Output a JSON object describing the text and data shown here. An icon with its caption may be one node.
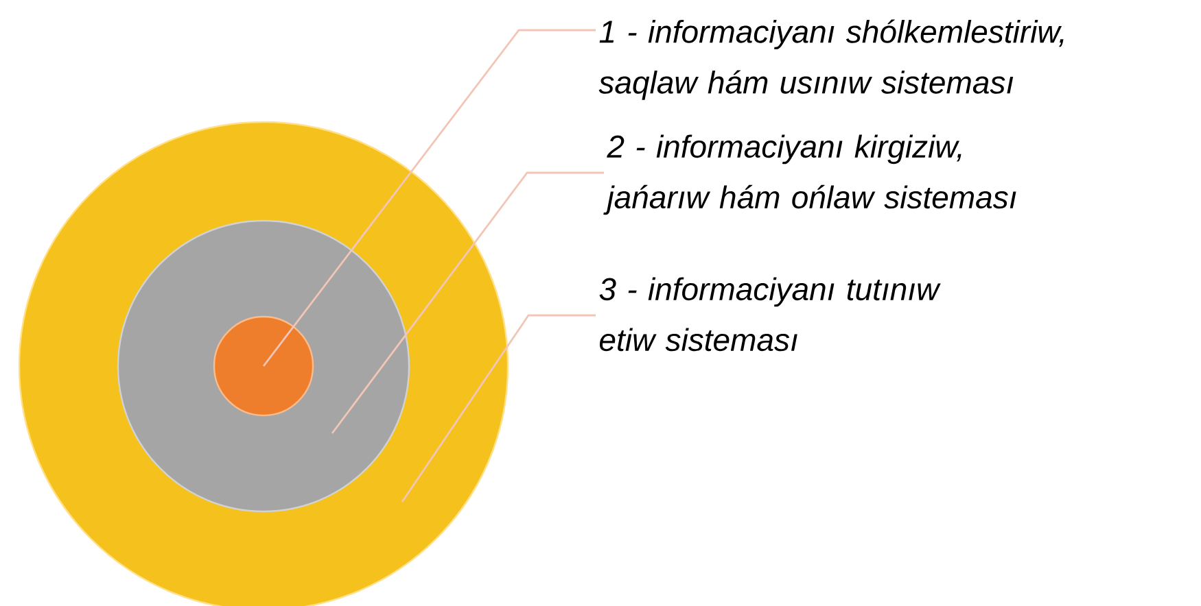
{
  "diagram": {
    "nodes": [
      {
        "text": [
          "1 - informaciyanı shólkemlestiriw, saqlaw hám usınıw sisteması"
        ]
      },
      {
        "text": [
          "2 - informaciyanı kirgiziw, jańarıw hám ońlaw sisteması"
        ]
      },
      {
        "text": [
          "3 - informaciyanı tutınıw etiw sisteması"
        ]
      },
      {
        "text": [],
        "shape": "circle"
      },
      {
        "text": [],
        "shape": "circle",
        "in": 3
      },
      {
        "text": [],
        "shape": "circle",
        "in": 4
      }
    ],
    "edges": [
      {
        "from": 0,
        "to": 5,
        "arrow": "none"
      },
      {
        "from": 1,
        "to": 4,
        "arrow": "none"
      },
      {
        "from": 2,
        "to": 3,
        "arrow": "none"
      }
    ]
  }
}
